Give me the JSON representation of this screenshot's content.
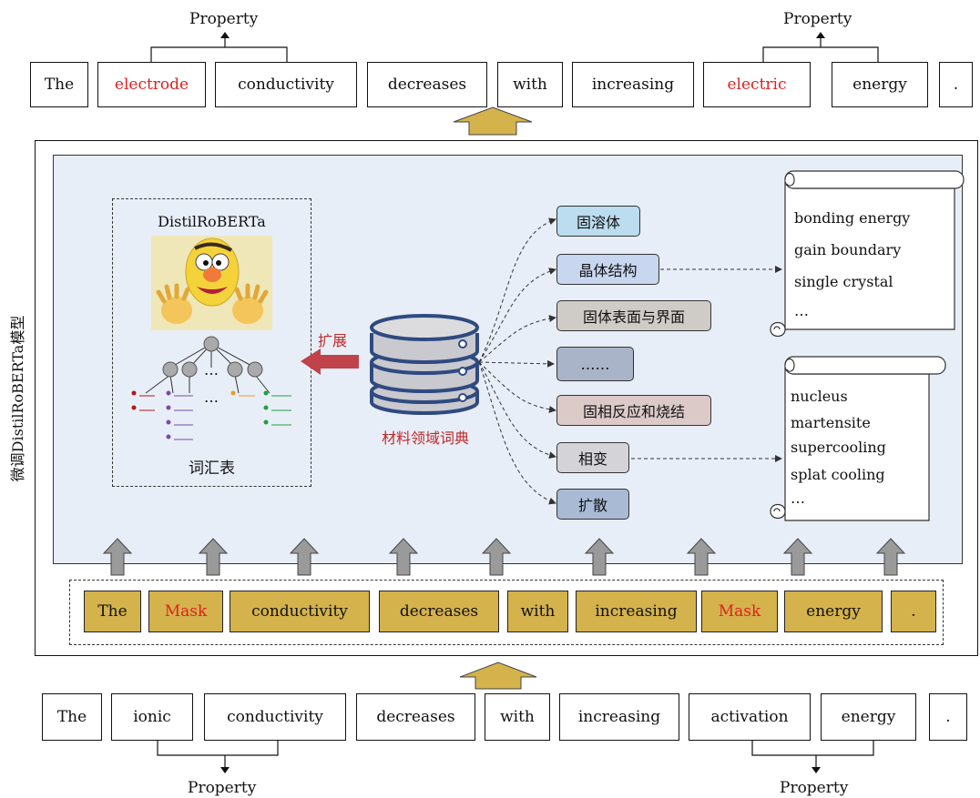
{
  "top": {
    "tokens": [
      "The",
      "electrode",
      "conductivity",
      "decreases",
      "with",
      "increasing",
      "electric",
      "energy",
      "."
    ],
    "highlight": [
      1,
      6
    ],
    "property_left": "Property",
    "property_right": "Property"
  },
  "model": {
    "side_label": "微调DistilRoBERTa模型",
    "distil_title": "DistilRoBERTa",
    "vocab_label": "词汇表",
    "expand_label": "扩展",
    "db_label": "材料领域词典",
    "categories": [
      "固溶体",
      "晶体结构",
      "固体表面与界面",
      "……",
      "固相反应和烧结",
      "相变",
      "扩散"
    ],
    "scroll1": [
      "bonding energy",
      "gain boundary",
      "single crystal",
      "…"
    ],
    "scroll2": [
      "nucleus",
      "martensite",
      "supercooling",
      "splat cooling",
      "…"
    ],
    "colors": {
      "cat_blue": "#bcdcef",
      "cat_lightblue": "#c8d6ef",
      "cat_gray": "#cfcbc6",
      "cat_slate": "#aab4c8",
      "cat_pink": "#dccac8",
      "cat_lightgray": "#d4d4d8",
      "cat_steel": "#a8bad4",
      "panel": "#e8eef7",
      "gold": "#d4b24c",
      "arrow_red": "#c0424a"
    }
  },
  "masked": {
    "tokens": [
      "The",
      "Mask",
      "conductivity",
      "decreases",
      "with",
      "increasing",
      "Mask",
      "energy",
      "."
    ],
    "highlight": [
      1,
      6
    ]
  },
  "bottom": {
    "tokens": [
      "The",
      "ionic",
      "conductivity",
      "decreases",
      "with",
      "increasing",
      "activation",
      "energy",
      "."
    ],
    "property_left": "Property",
    "property_right": "Property"
  }
}
